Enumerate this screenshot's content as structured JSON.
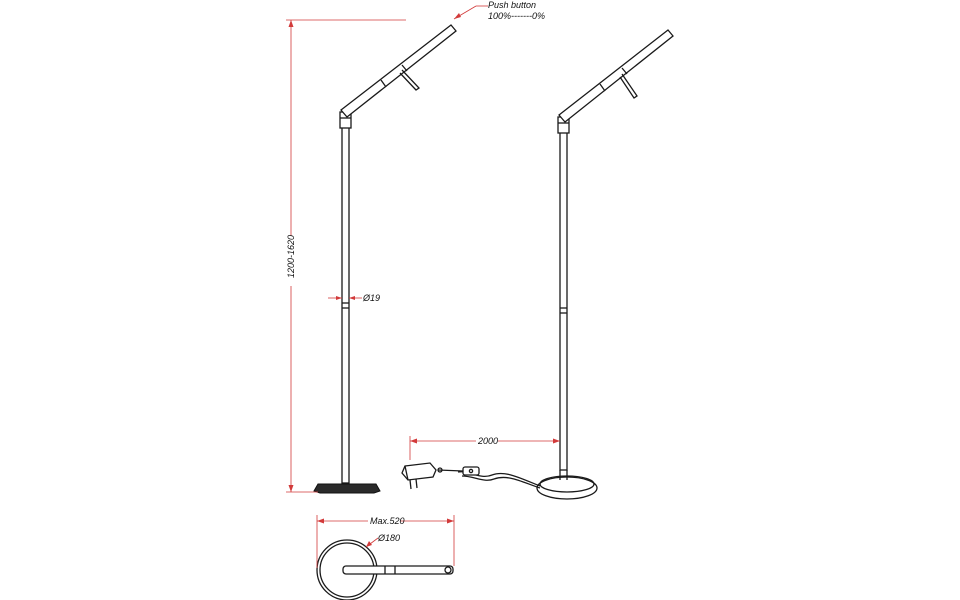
{
  "labels": {
    "push_button": "Push button",
    "dimmer_range": "100%-------0%",
    "height": "1200-1620",
    "pole_diameter": "Ø19",
    "cable_length": "2000",
    "max_width": "Max.520",
    "base_diameter": "Ø180"
  },
  "colors": {
    "dimension_line": "#d23a3a",
    "outline": "#1a1a1a",
    "base_fill": "#2a2a2a"
  }
}
